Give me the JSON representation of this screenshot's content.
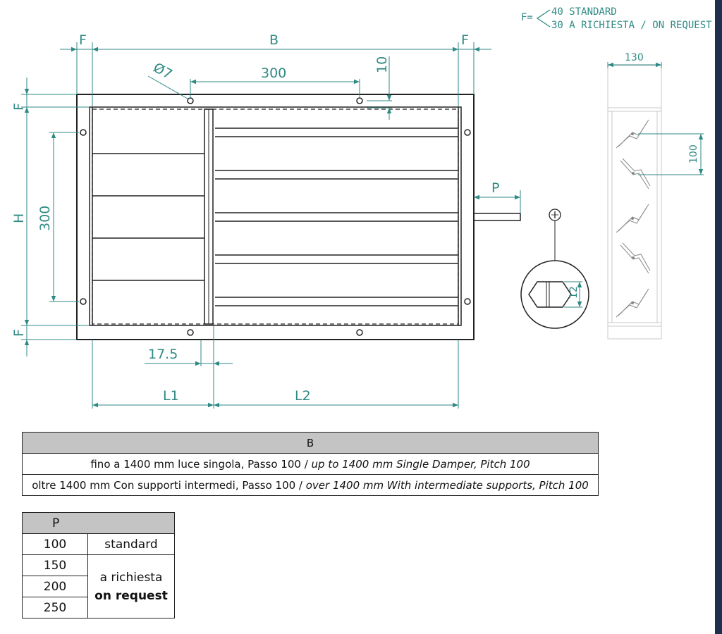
{
  "drawing": {
    "labels": {
      "f": "F",
      "b": "B",
      "h": "H",
      "p": "P",
      "l1": "L1",
      "l2": "L2",
      "hole_diameter": "Ø7",
      "pitch_h": "300",
      "pitch_v": "300",
      "offset_10": "10",
      "offset_17_5": "17.5",
      "side_width": "130",
      "blade_pitch": "100",
      "shaft_size": "12"
    },
    "f_note": {
      "prefix": "F=",
      "option_1": "40 STANDARD",
      "option_2": "30 A RICHIESTA / ON REQUEST"
    }
  },
  "table_b": {
    "header": "B",
    "rows": [
      {
        "it_text": "fino a 1400 mm luce singola, Passo 100 / ",
        "en_text": "up to 1400 mm Single Damper, Pitch 100"
      },
      {
        "it_text": "oltre 1400 mm Con supporti intermedi, Passo 100 / ",
        "en_text": "over 1400 mm With intermediate supports, Pitch 100"
      }
    ]
  },
  "table_p": {
    "header": "P",
    "values": [
      "100",
      "150",
      "200",
      "250"
    ],
    "standard_label": "standard",
    "request_it": "a richiesta",
    "request_en": "on request"
  },
  "colors": {
    "dimension": "#2f8a84",
    "line": "#222222",
    "header_fill": "#c4c4c4",
    "edge_bar": "#1f2f4d"
  }
}
